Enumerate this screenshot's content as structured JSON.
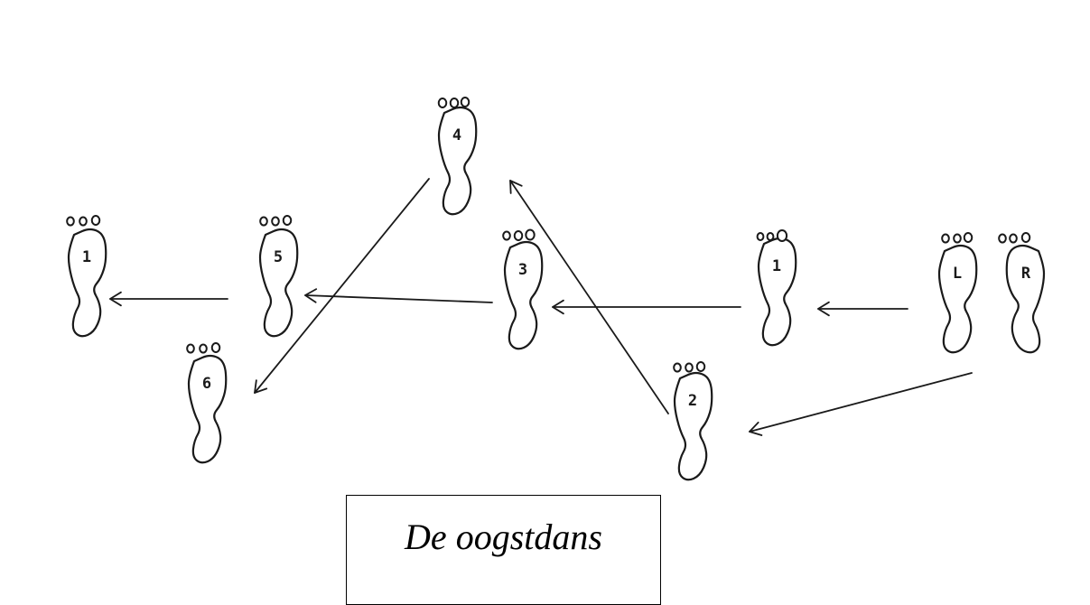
{
  "caption": "De oogstdans",
  "feet": [
    {
      "id": "start-left",
      "label": "L"
    },
    {
      "id": "start-right",
      "label": "R"
    },
    {
      "id": "step-1-right",
      "label": "1"
    },
    {
      "id": "step-2",
      "label": "2"
    },
    {
      "id": "step-3",
      "label": "3"
    },
    {
      "id": "step-4",
      "label": "4"
    },
    {
      "id": "step-5",
      "label": "5"
    },
    {
      "id": "step-6",
      "label": "6"
    },
    {
      "id": "step-1-left",
      "label": "1"
    }
  ],
  "colors": {
    "ink": "#1a1a1a",
    "background": "#ffffff"
  }
}
